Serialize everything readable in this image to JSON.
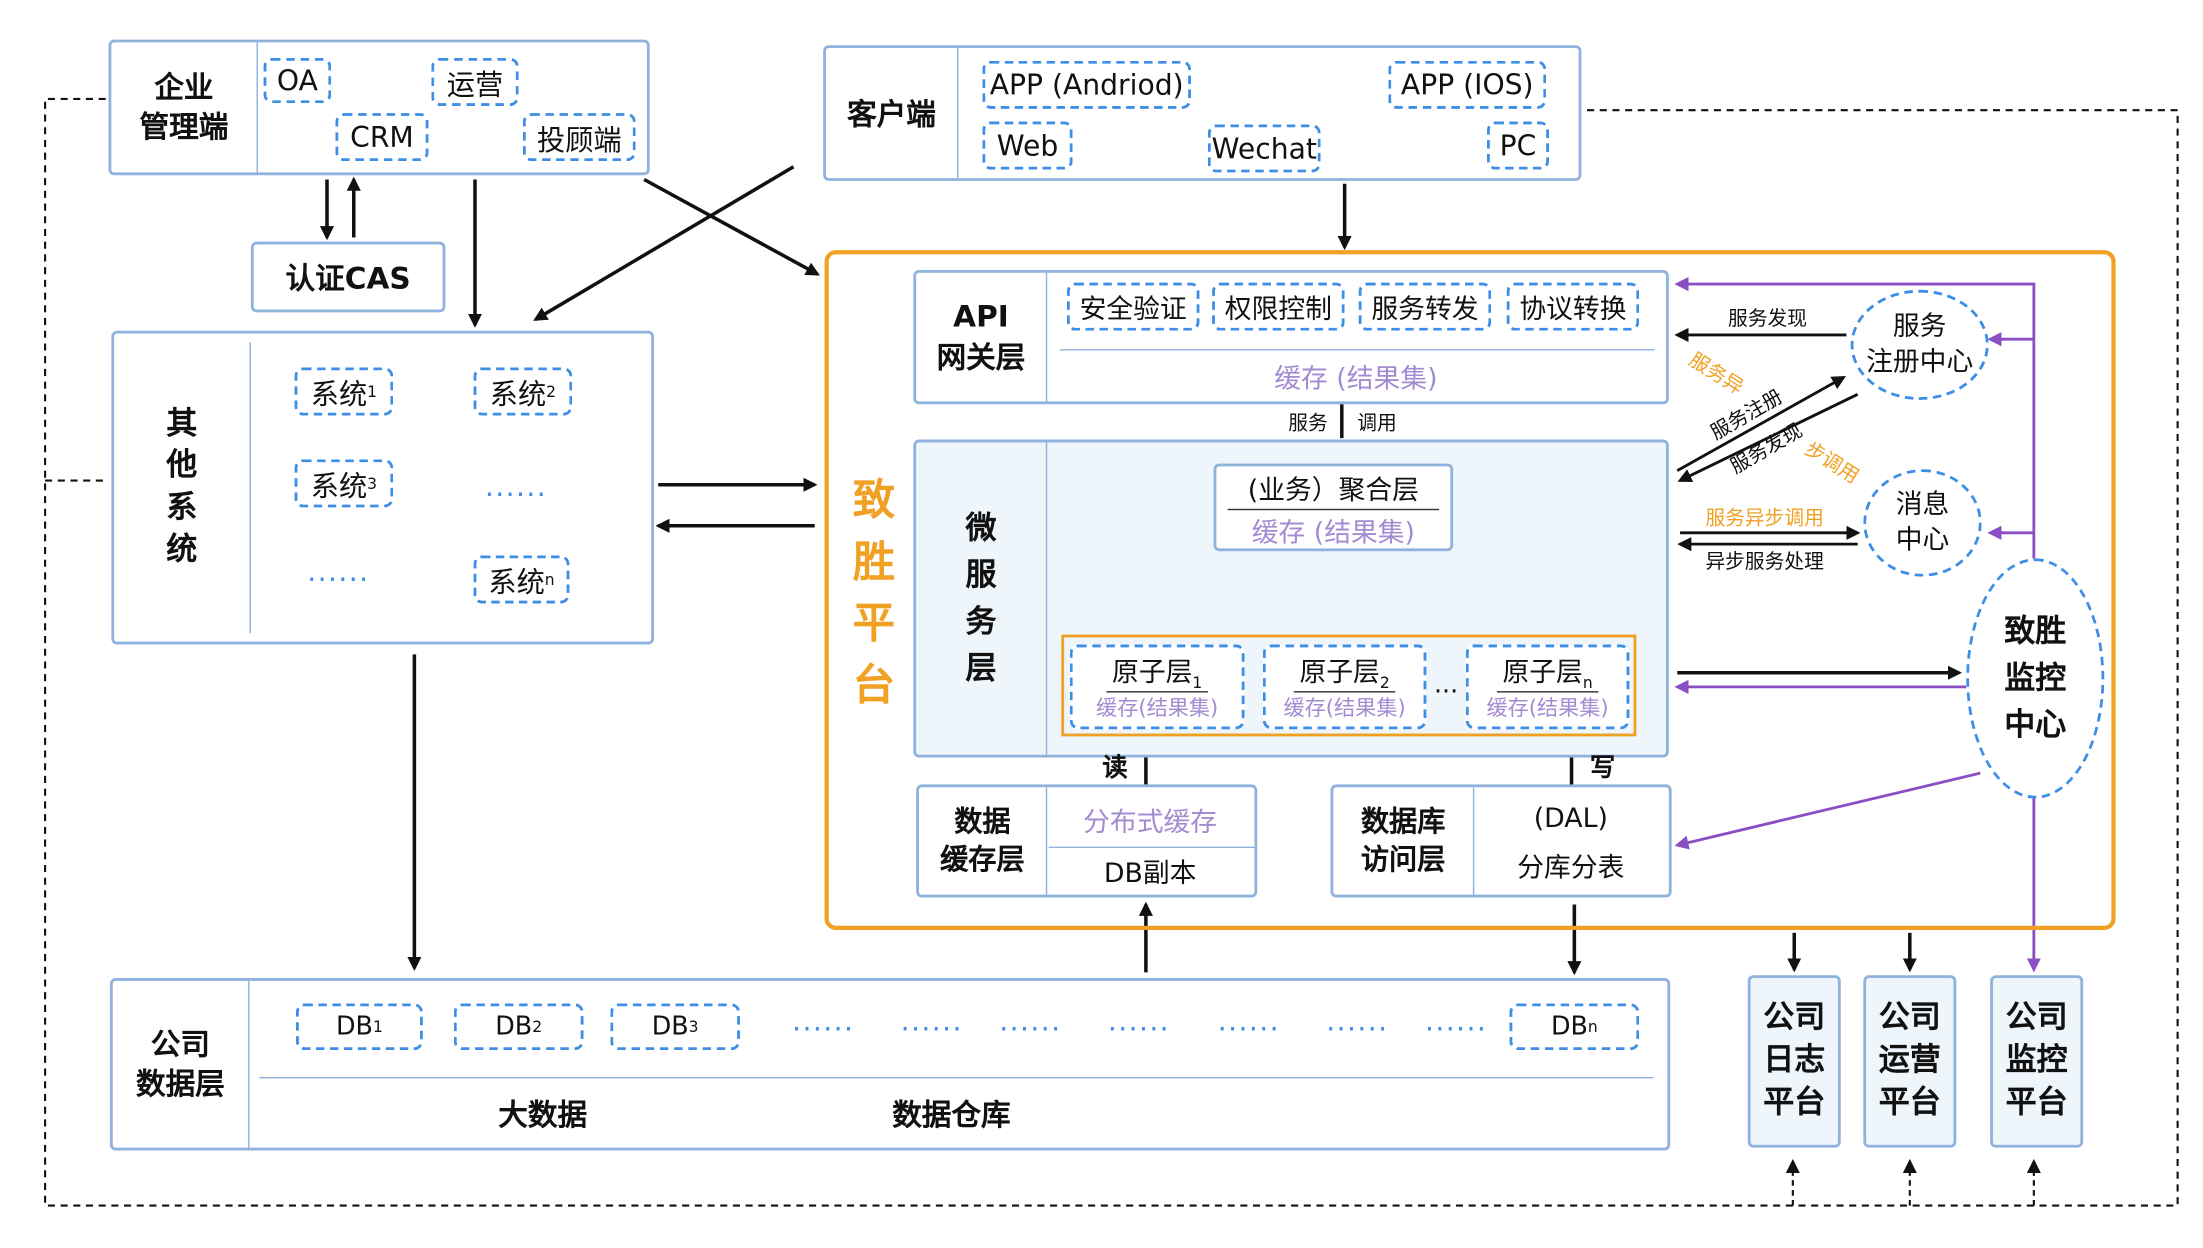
{
  "enterprise": {
    "title": "企业\n管理端",
    "tags": [
      "OA",
      "运营",
      "CRM",
      "投顾端"
    ]
  },
  "auth": {
    "label": "认证CAS"
  },
  "client": {
    "title": "客户端",
    "tags": [
      "APP (Andriod)",
      "APP (IOS)",
      "Web",
      "Wechat",
      "PC"
    ]
  },
  "other": {
    "title": "其\n他\n系\n统",
    "sys1": "系统",
    "sys1_sub": "1",
    "sys2": "系统",
    "sys2_sub": "2",
    "sys3": "系统",
    "sys3_sub": "3",
    "sysn": "系统",
    "sysn_sub": "n",
    "ellipsis1": "......",
    "ellipsis2": "......"
  },
  "platform": {
    "title": "致\n胜\n平\n台",
    "gateway": {
      "title": "API\n网关层",
      "tags": [
        "安全验证",
        "权限控制",
        "服务转发",
        "协议转换"
      ],
      "cache": "缓存 (结果集)"
    },
    "call_label_1": "服务",
    "call_label_2": "调用",
    "micro": {
      "title": "微\n服\n务\n层",
      "aggregate": "(业务）聚合层",
      "aggregate_cache": "缓存 (结果集)",
      "atoms": [
        {
          "name": "原子层",
          "sub": "1",
          "cache": "缓存(结果集)"
        },
        {
          "name": "原子层",
          "sub": "2",
          "cache": "缓存(结果集)"
        },
        {
          "name": "原子层",
          "sub": "n",
          "cache": "缓存(结果集)"
        }
      ],
      "atom_ellipsis": "..."
    },
    "read_label": "读",
    "write_label": "写",
    "datacache": {
      "title": "数据\n缓存层",
      "top": "分布式缓存",
      "bottom": "DB副本"
    },
    "dal": {
      "title": "数据库\n访问层",
      "top": "(DAL)",
      "bottom": "分库分表"
    },
    "registry": {
      "label": "服务\n注册中心"
    },
    "message": {
      "label": "消息\n中心"
    },
    "monitor": {
      "label": "致胜\n监控\n中心"
    },
    "edge_labels": {
      "discover_top": "服务发现",
      "async_purple_a": "服务异",
      "register": "服务注册",
      "discover_mid": "服务发现",
      "async_purple_b": "步调用",
      "async_call": "服务异步调用",
      "async_handle": "异步服务处理"
    }
  },
  "data_layer": {
    "title": "公司\n数据层",
    "dbs": [
      {
        "name": "DB",
        "sub": "1"
      },
      {
        "name": "DB",
        "sub": "2"
      },
      {
        "name": "DB",
        "sub": "3"
      },
      {
        "name": "DB",
        "sub": "n"
      }
    ],
    "ellipsis": [
      "......",
      "......",
      "......",
      "......",
      "......",
      "......",
      "......"
    ],
    "bigdata": "大数据",
    "warehouse": "数据仓库"
  },
  "bottom_platforms": [
    {
      "label": "公司\n日志\n平台"
    },
    {
      "label": "公司\n运营\n平台"
    },
    {
      "label": "公司\n监控\n平台"
    }
  ],
  "colors": {
    "panel_border": "#8fb3dc",
    "dashed_blue": "#3d8ee6",
    "platform_orange": "#f0a022",
    "accent_purple": "#8a4fc2",
    "cache_text_purple": "#a38bd1"
  }
}
